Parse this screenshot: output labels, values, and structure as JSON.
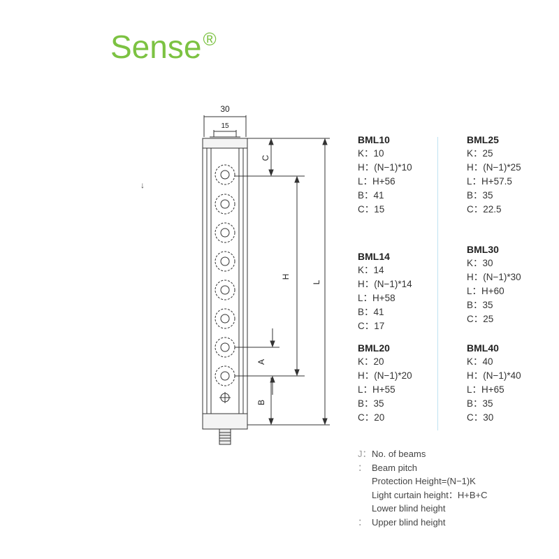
{
  "brand": {
    "name": "Sense",
    "mark": "®"
  },
  "dimensions": {
    "width_total": "30",
    "width_inner": "15",
    "label_C": "C",
    "label_H": "H",
    "label_L": "L",
    "label_A": "A",
    "label_B": "B"
  },
  "small_arrow": "↓",
  "specs": [
    {
      "model": "BML10",
      "k": "K：10",
      "h": "H：(N−1)*10",
      "l": "L：H+56",
      "b": "B：41",
      "c": "C：15"
    },
    {
      "model": "BML25",
      "k": "K：25",
      "h": "H：(N−1)*25",
      "l": "L：H+57.5",
      "b": "B：35",
      "c": "C：22.5"
    },
    {
      "model": "BML14",
      "k": "K：14",
      "h": "H：(N−1)*14",
      "l": "L：H+58",
      "b": "B：41",
      "c": "C：17"
    },
    {
      "model": "BML30",
      "k": "K：30",
      "h": "H：(N−1)*30",
      "l": "L：H+60",
      "b": "B：35",
      "c": "C：25"
    },
    {
      "model": "BML20",
      "k": "K：20",
      "h": "H：(N−1)*20",
      "l": "L：H+55",
      "b": "B：35",
      "c": "C：20"
    },
    {
      "model": "BML40",
      "k": "K：40",
      "h": "H：(N−1)*40",
      "l": "L：H+65",
      "b": "B：35",
      "c": "C：30"
    }
  ],
  "legend": [
    {
      "mark": "J：",
      "text": "No. of beams"
    },
    {
      "mark": "：",
      "text": "Beam pitch"
    },
    {
      "mark": "",
      "text": "Protection Height=(N−1)K"
    },
    {
      "mark": "",
      "text": "Light curtain height：H+B+C"
    },
    {
      "mark": "",
      "text": "Lower blind height"
    },
    {
      "mark": "：",
      "text": "Upper blind height"
    }
  ]
}
